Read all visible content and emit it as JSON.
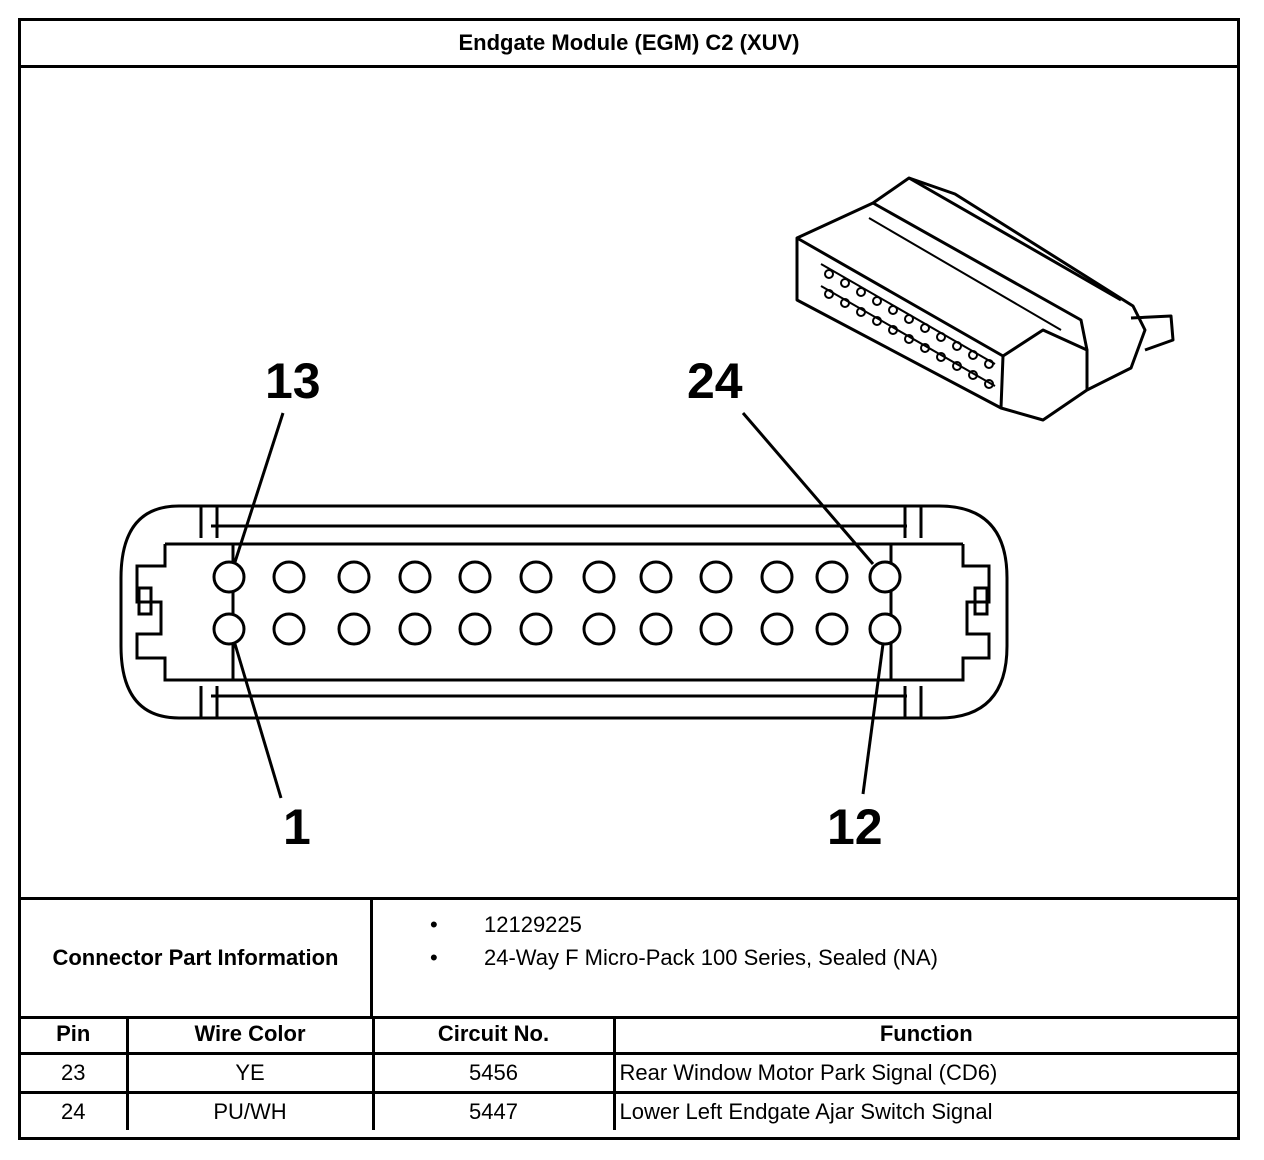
{
  "title": "Endgate Module (EGM) C2 (XUV)",
  "pin_labels": {
    "top_left": "13",
    "top_right": "24",
    "bottom_left": "1",
    "bottom_right": "12"
  },
  "connector_info": {
    "heading": "Connector Part Information",
    "items": [
      "12129225",
      "24-Way F Micro-Pack 100 Series, Sealed (NA)"
    ]
  },
  "table": {
    "headers": [
      "Pin",
      "Wire Color",
      "Circuit No.",
      "Function"
    ],
    "rows": [
      [
        "23",
        "YE",
        "5456",
        "Rear Window Motor Park Signal (CD6)"
      ],
      [
        "24",
        "PU/WH",
        "5447",
        "Lower Left Endgate Ajar Switch Signal"
      ]
    ]
  }
}
